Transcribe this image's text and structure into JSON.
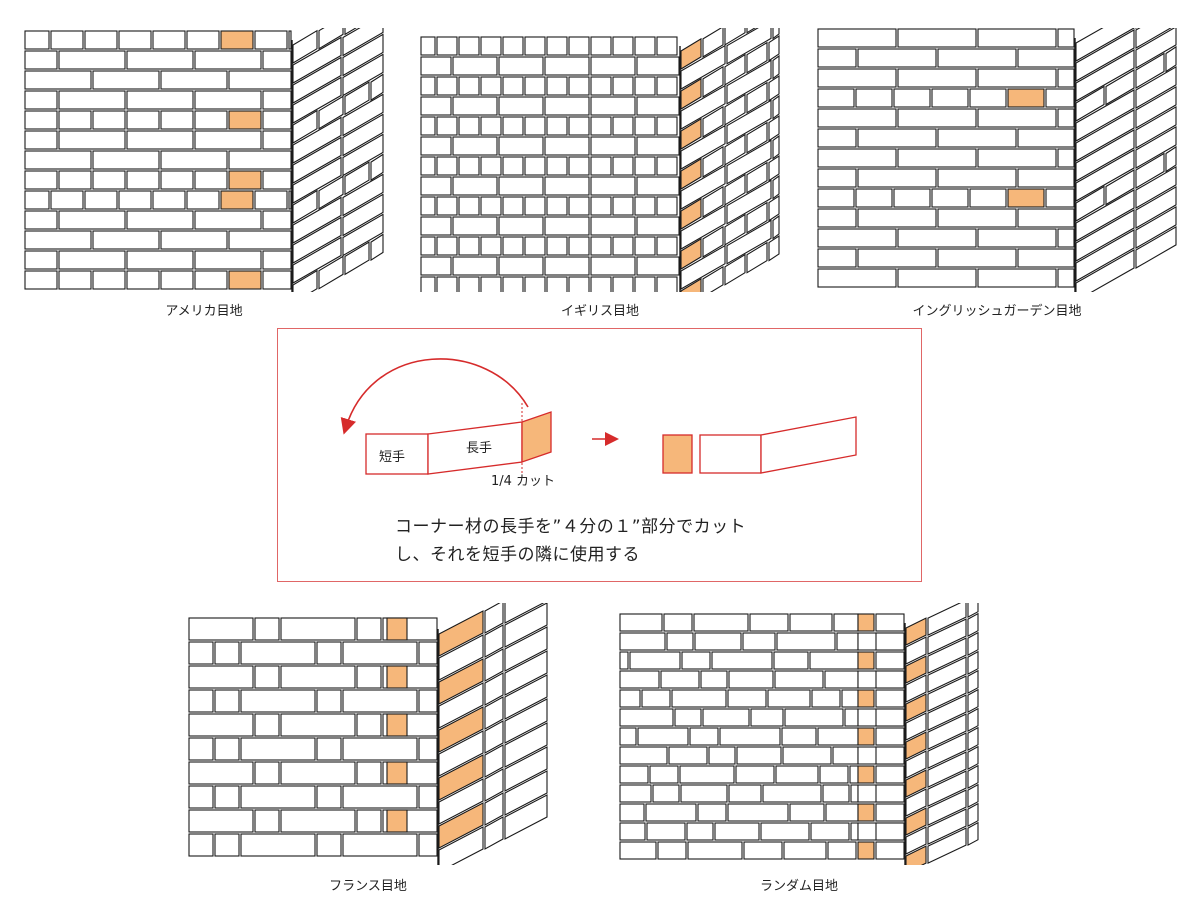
{
  "panels": [
    {
      "id": "american",
      "caption": "アメリカ目地"
    },
    {
      "id": "english",
      "caption": "イギリス目地"
    },
    {
      "id": "english-garden",
      "caption": "イングリッシュガーデン目地"
    },
    {
      "id": "flemish",
      "caption": "フランス目地"
    },
    {
      "id": "random",
      "caption": "ランダム目地"
    }
  ],
  "diagram": {
    "short_label": "短手",
    "long_label": "長手",
    "cut_label": "1/4 カット",
    "description_line1": "コーナー材の長手を”４分の１”部分でカット",
    "description_line2": "し、それを短手の隣に使用する"
  },
  "colors": {
    "brick_stroke": "#1a1a1a",
    "accent_fill": "#f6b77a",
    "accent_stroke": "#c0392b",
    "frame": "#e06666"
  }
}
